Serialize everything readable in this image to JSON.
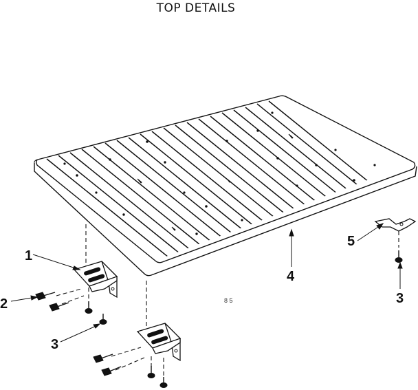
{
  "diagram": {
    "title": "TOP DETAILS",
    "reference_mark": "8 5",
    "callouts": [
      {
        "id": "callout-1",
        "label": "1",
        "part": "leg-mount-bracket"
      },
      {
        "id": "callout-2",
        "label": "2",
        "part": "bolt"
      },
      {
        "id": "callout-3a",
        "label": "3",
        "part": "screw"
      },
      {
        "id": "callout-3b",
        "label": "3",
        "part": "screw"
      },
      {
        "id": "callout-4",
        "label": "4",
        "part": "table-top"
      },
      {
        "id": "callout-5",
        "label": "5",
        "part": "clip"
      }
    ]
  }
}
